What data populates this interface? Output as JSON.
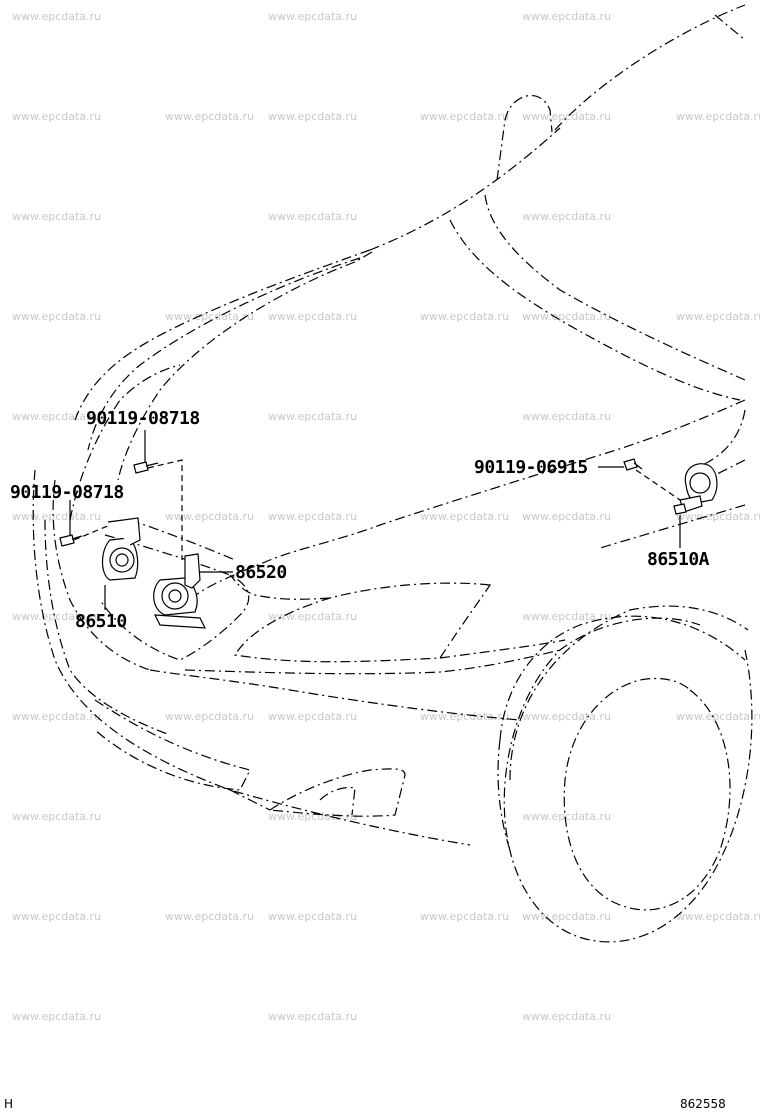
{
  "watermark": "www.epcdata.ru",
  "callouts": {
    "bolt_upper_left": "90119-08718",
    "bolt_lower_left": "90119-08718",
    "bracket": "86520",
    "horn_low": "86510",
    "bolt_right": "90119-06915",
    "horn_high": "86510A"
  },
  "footer": {
    "left_mark": "H",
    "illustration_number": "862558"
  }
}
